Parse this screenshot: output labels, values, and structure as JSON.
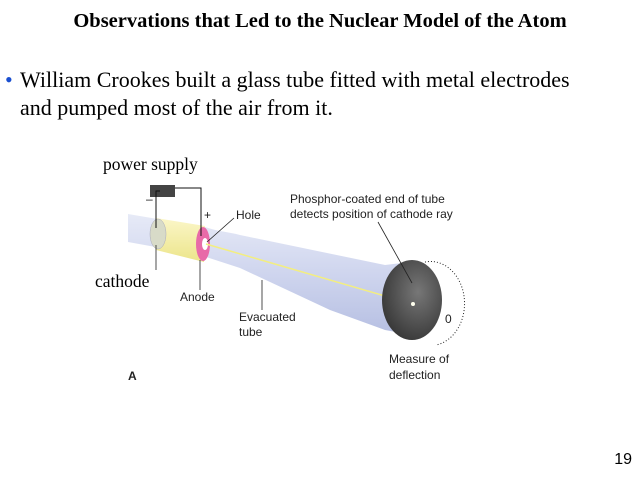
{
  "title": "Observations that Led to the Nuclear Model of the Atom",
  "bullet": {
    "marker": "•",
    "line1": "William Crookes built a glass tube fitted with metal electrodes",
    "line2": "and pumped most of the air from it."
  },
  "diagram": {
    "power_supply": "power supply",
    "cathode": "cathode",
    "minus": "–",
    "plus": "+",
    "hole": "Hole",
    "anode": "Anode",
    "phosphor_line1": "Phosphor-coated end of tube",
    "phosphor_line2": "detects position of cathode ray",
    "evacuated_line1": "Evacuated",
    "evacuated_line2": "tube",
    "zero": "0",
    "measure_line1": "Measure of",
    "measure_line2": "deflection",
    "panel": "A"
  },
  "page_number": "19"
}
